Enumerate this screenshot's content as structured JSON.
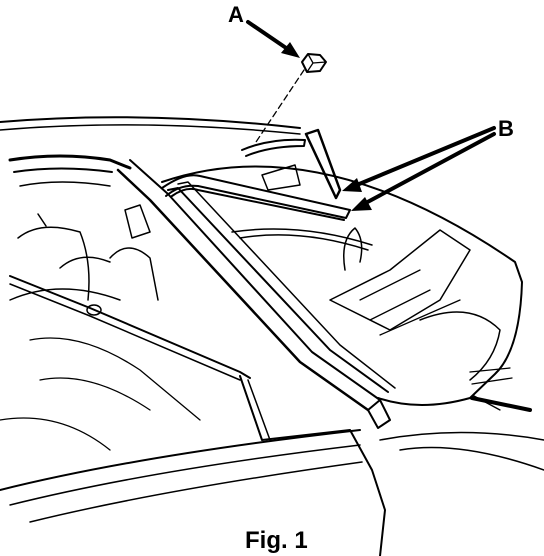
{
  "labels": {
    "a": "A",
    "b": "B"
  },
  "caption": "Fig. 1",
  "colors": {
    "ink": "#000000",
    "paper": "#ffffff"
  }
}
